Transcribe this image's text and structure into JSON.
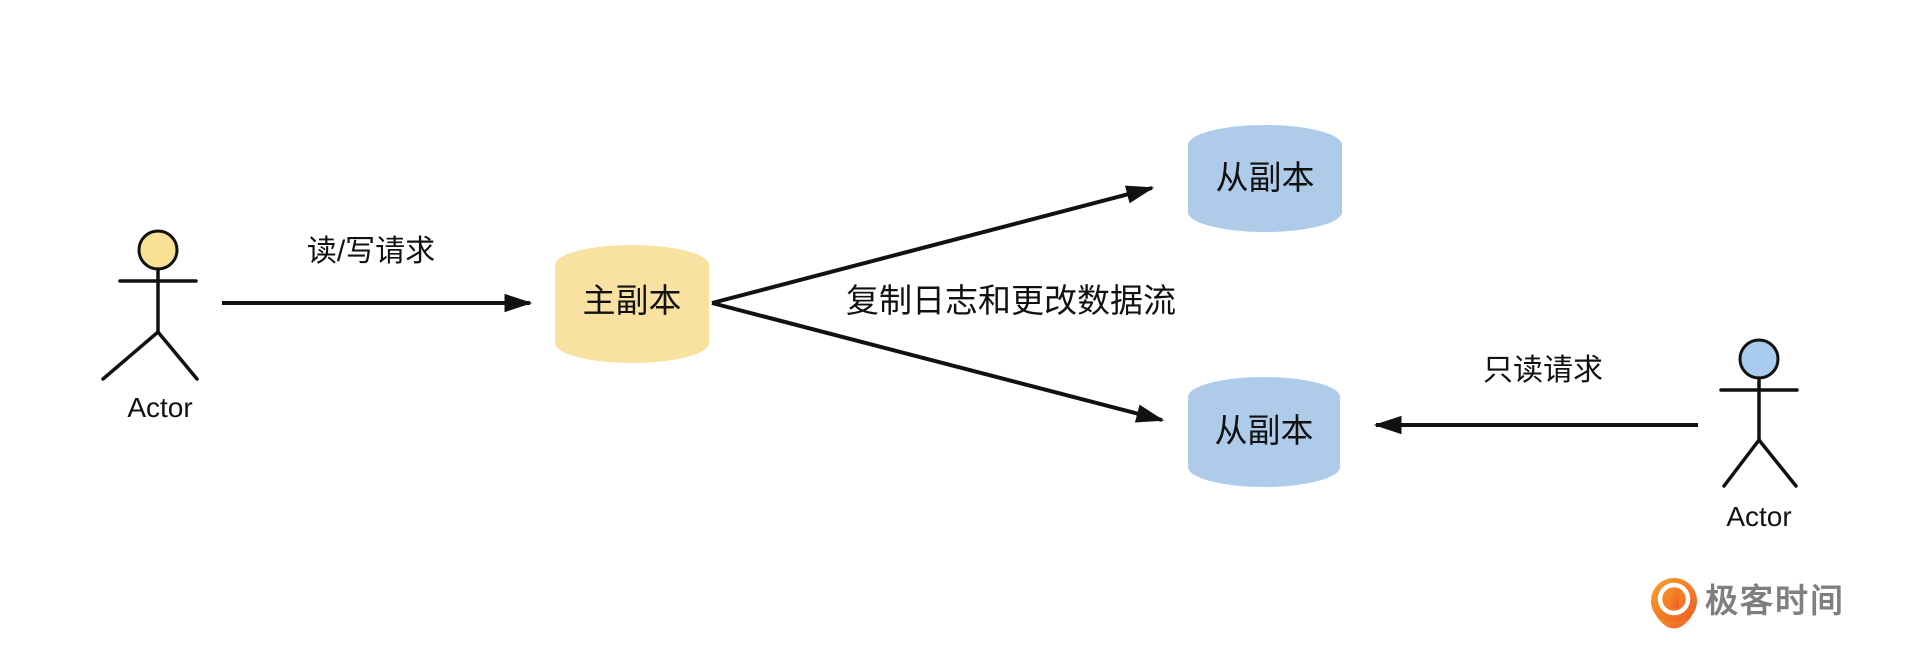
{
  "actors": {
    "left": {
      "label": "Actor"
    },
    "right": {
      "label": "Actor"
    }
  },
  "nodes": {
    "master": {
      "label": "主副本"
    },
    "replica_top": {
      "label": "从副本"
    },
    "replica_bottom": {
      "label": "从副本"
    }
  },
  "edges": {
    "read_write": {
      "label": "读/写请求"
    },
    "replication": {
      "label": "复制日志和更改数据流"
    },
    "read_only": {
      "label": "只读请求"
    }
  },
  "logo": {
    "text": "极客时间"
  },
  "colors": {
    "background": "#ffffff",
    "master_fill": "#F9E2A1",
    "replica_fill": "#AECBEA",
    "actor_left_head": "#F8E095",
    "actor_right_head": "#A9CCEE",
    "line": "#111111",
    "text": "#111111",
    "logo_text": "#7F7F7F",
    "logo_orange_light": "#F9A12B",
    "logo_orange_dark": "#EE5A24"
  }
}
